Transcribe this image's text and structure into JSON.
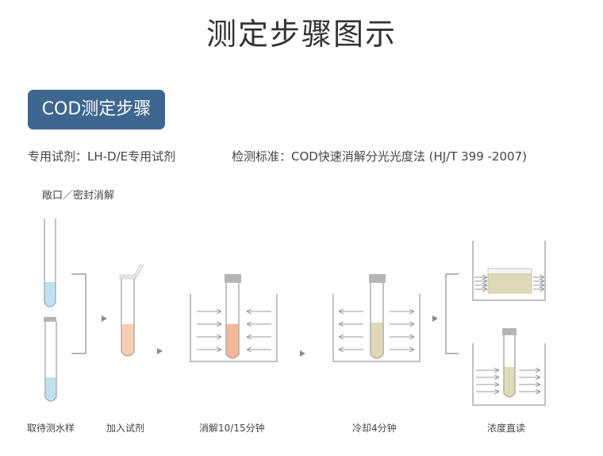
{
  "page_title": "测定步骤图示",
  "badge": "COD测定步骤",
  "reagent": "专用试剂：LH-D/E专用试剂",
  "standard": "检测标准：COD快速消解分光光度法 (HJ/T 399 -2007)",
  "note": "敞口／密封消解",
  "steps": [
    {
      "label": "取待测水样"
    },
    {
      "label": "加入试剂"
    },
    {
      "label": "消解10/15分钟"
    },
    {
      "label": "冷却4分钟"
    },
    {
      "label": "浓度直读"
    }
  ],
  "colors": {
    "badge": "#3d6690",
    "water": "#bfe0ef",
    "reagent_mix": "#f6cdb1",
    "digested_tube": "#f4b898",
    "cooled": "#e0d9b7",
    "cap": "#b5b5b5",
    "line": "#8a8a8a"
  }
}
